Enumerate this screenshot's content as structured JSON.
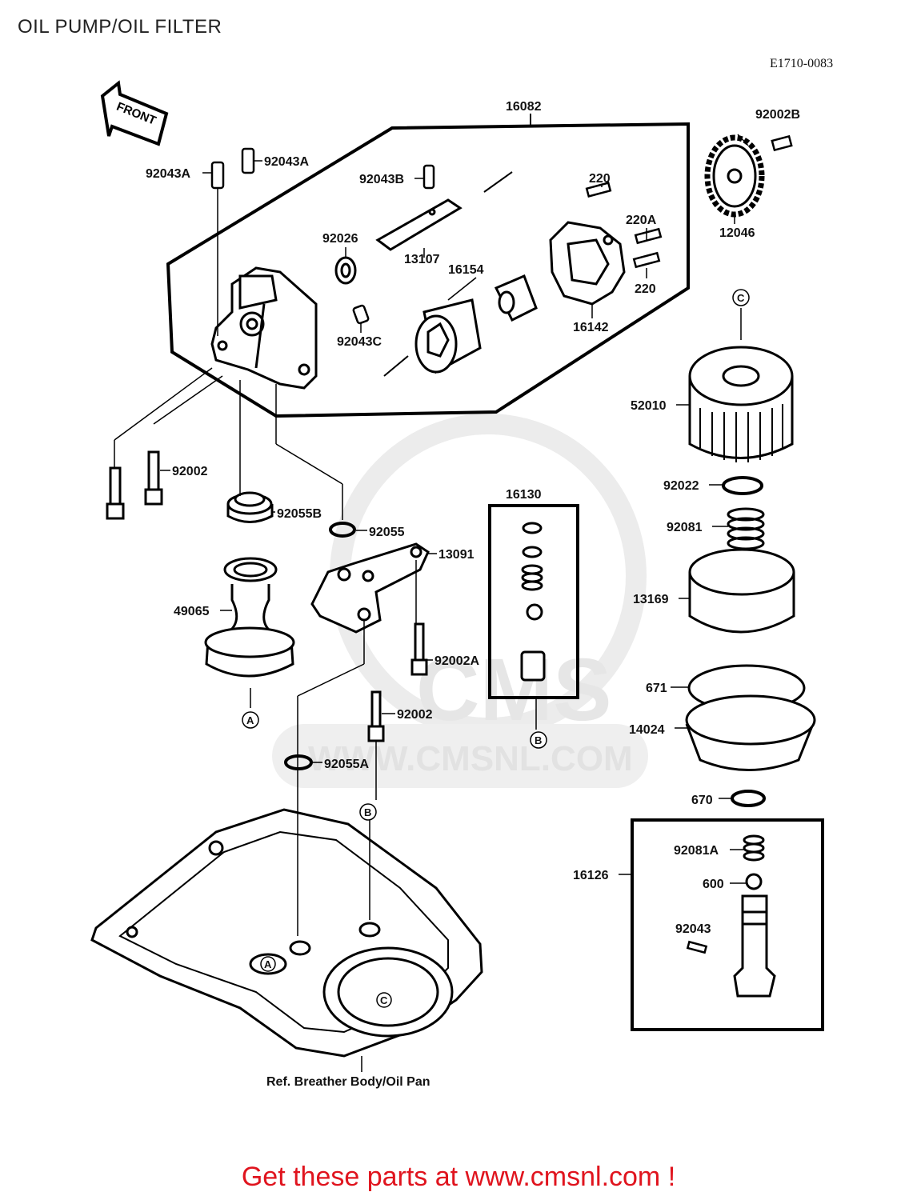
{
  "page": {
    "title": "OIL PUMP/OIL FILTER",
    "diagram_code": "E1710-0083",
    "front_label": "FRONT",
    "reference_note": "Ref. Breather Body/Oil Pan",
    "call_to_action": "Get these parts at www.cmsnl.com !",
    "watermark_text": "WWW.CMSNL.COM",
    "watermark_logo": "CMS"
  },
  "callouts": {
    "A": "A",
    "B": "B",
    "C": "C"
  },
  "parts": {
    "p16082": "16082",
    "p92043A_1": "92043A",
    "p92043A_2": "92043A",
    "p92043B": "92043B",
    "p92026": "92026",
    "p13107": "13107",
    "p16154": "16154",
    "p92043C": "92043C",
    "p220_1": "220",
    "p220A": "220A",
    "p220_2": "220",
    "p16142": "16142",
    "p92002B": "92002B",
    "p12046": "12046",
    "p52010": "52010",
    "p92022": "92022",
    "p92081": "92081",
    "p13169": "13169",
    "p671": "671",
    "p14024": "14024",
    "p670": "670",
    "p16126": "16126",
    "p92081A": "92081A",
    "p600": "600",
    "p92043": "92043",
    "p92002_1": "92002",
    "p92055B": "92055B",
    "p92055": "92055",
    "p13091": "13091",
    "p49065": "49065",
    "p92002A": "92002A",
    "p92002_2": "92002",
    "p16130": "16130",
    "p92055A": "92055A"
  }
}
